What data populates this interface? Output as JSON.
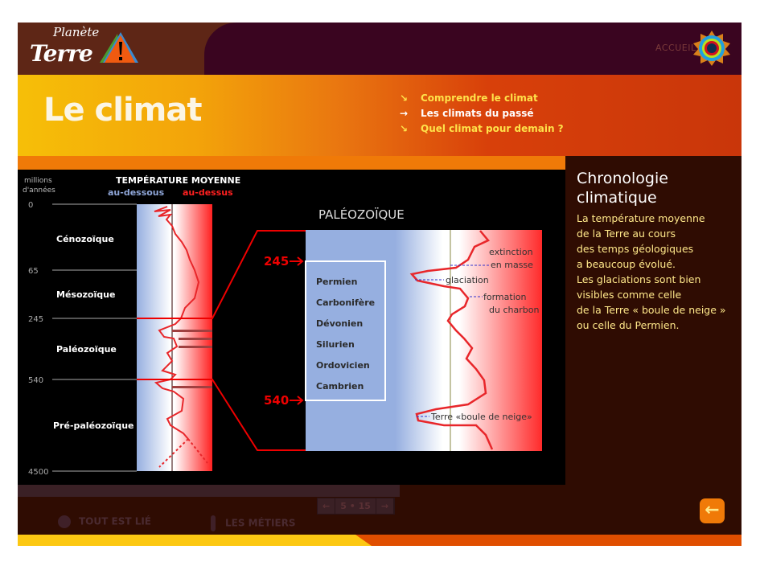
{
  "header": {
    "logo_small": "Planète",
    "logo_big": "Terre",
    "home_label": "ACCUEIL"
  },
  "banner": {
    "title": "Le climat",
    "nav": [
      {
        "arrow": "↘",
        "label": "Comprendre le climat"
      },
      {
        "arrow": "→",
        "label": "Les climats du passé"
      },
      {
        "arrow": "↘",
        "label": "Quel climat pour demain ?"
      }
    ]
  },
  "chart": {
    "axis_label_1": "millions",
    "axis_label_2": "d'années",
    "title": "TEMPÉRATURE MOYENNE",
    "below": "au-dessous",
    "above": "au-dessus",
    "ticks": [
      "0",
      "65",
      "245",
      "540",
      "4500"
    ],
    "eras": [
      "Cénozoïque",
      "Mésozoïque",
      "Paléozoïque",
      "Pré-paléozoïque"
    ],
    "zoom_title": "PALÉOZOÏQUE",
    "zoom_top": "245",
    "zoom_bottom": "540",
    "periods": [
      "Permien",
      "Carbonifère",
      "Dévonien",
      "Silurien",
      "Ordovicien",
      "Cambrien"
    ],
    "annotations": {
      "extinction_1": "extinction",
      "extinction_2": "en masse",
      "glaciation": "glaciation",
      "charbon_1": "formation",
      "charbon_2": "du charbon",
      "snowball": "Terre «boule de neige»"
    },
    "colors": {
      "cold": "#96afe0",
      "hot": "#ff2020",
      "curve": "#e8262a"
    }
  },
  "side": {
    "title_1": "Chronologie",
    "title_2": "climatique",
    "lines": [
      "La température moyenne",
      "de la Terre au cours",
      "des temps géologiques",
      "a beaucoup évolué.",
      "Les glaciations sont bien",
      "visibles comme celle",
      "de la Terre « boule de neige »",
      "ou celle du Permien."
    ]
  },
  "footer": {
    "link_1": "TOUT EST LIÉ",
    "link_2": "LES MÉTIERS",
    "pager_prev": "←",
    "pager_text": "5 • 15",
    "pager_next": "→",
    "back": "←"
  }
}
